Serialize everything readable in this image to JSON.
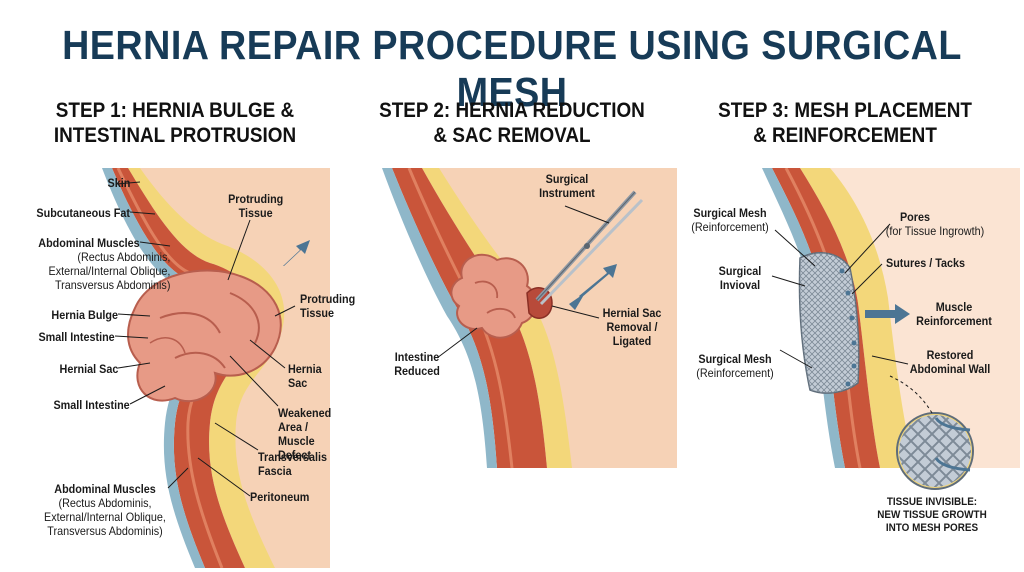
{
  "title": "HERNIA REPAIR PROCEDURE USING SURGICAL MESH",
  "steps": [
    {
      "title": "STEP 1: HERNIA BULGE &\nINTESTINAL PROTRUSION",
      "labels": {
        "skin": "Skin",
        "fat": "Subcutaneous Fat",
        "muscles_top": "Abdominal Muscles",
        "muscles_top_sub": "(Rectus Abdominis,\nExternal/Internal Oblique,\nTransversus Abdominis)",
        "bulge": "Hernia Bulge",
        "intestine_1": "Small Intestine",
        "hernial_sac": "Hernial Sac",
        "intestine_2": "Small Intestine",
        "protruding_1": "Protruding\nTissue",
        "protruding_2": "Protruding\nTissue",
        "hernia_sac": "Hernia Sac",
        "weakened": "Weakened Area /\nMuscle Defect",
        "transversalis": "Transversalis\nFascia",
        "peritoneum": "Peritoneum",
        "muscles_bottom": "Abdominal Muscles",
        "muscles_bottom_sub": "(Rectus Abdominis,\nExternal/Internal Oblique,\nTransversus Abdominis)"
      }
    },
    {
      "title": "STEP 2: HERNIA REDUCTION\n& SAC REMOVAL",
      "labels": {
        "instrument": "Surgical\nInstrument",
        "sac_removal": "Hernial Sac\nRemoval /\nLigated",
        "intestine_reduced": "Intestine\nReduced"
      }
    },
    {
      "title": "STEP 3: MESH PLACEMENT\n& REINFORCEMENT",
      "labels": {
        "mesh_1": "Surgical Mesh",
        "mesh_1_sub": "(Reinforcement)",
        "surgical_invioval": "Surgical\nInvioval",
        "mesh_2": "Surgical Mesh",
        "mesh_2_sub": "(Reinforcement)",
        "pores": "Pores",
        "pores_sub": "(for Tissue Ingrowth)",
        "sutures": "Sutures / Tacks",
        "muscle_reinforcement": "Muscle\nReinforcement",
        "restored": "Restored\nAbdominal Wall",
        "tissue_note": "TISSUE INVISIBLE:\nNEW TISSUE GROWTH\nINTO MESH PORES"
      }
    }
  ],
  "colors": {
    "title": "#173b57",
    "skin": "#f6d2b6",
    "fat": "#f3d77a",
    "muscle": "#c9553a",
    "fascia": "#8fb7c9",
    "intestine": "#e79a86",
    "arrow": "#4c7594",
    "mesh": "#c3ccd6"
  }
}
